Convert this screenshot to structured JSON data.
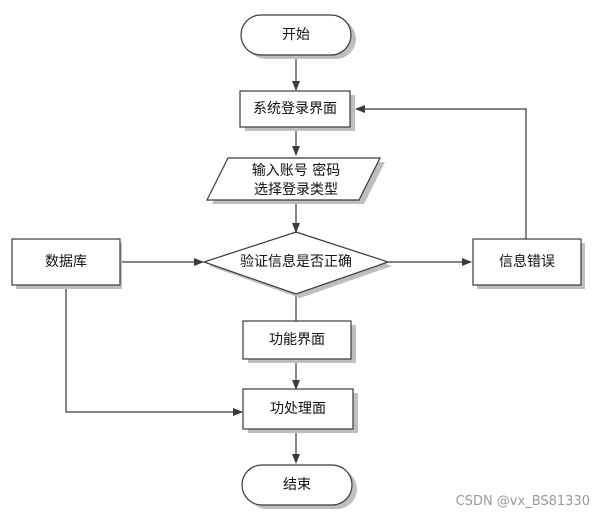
{
  "nodes": {
    "start": "开始",
    "login_page": "系统登录界面",
    "input_line1": "输入账号 密码",
    "input_line2": "选择登录类型",
    "database": "数据库",
    "verify": "验证信息是否正确",
    "error": "信息错误",
    "function_page": "功能界面",
    "process_page": "功处理面",
    "end": "结束"
  },
  "watermark": "CSDN @vx_BS81330"
}
